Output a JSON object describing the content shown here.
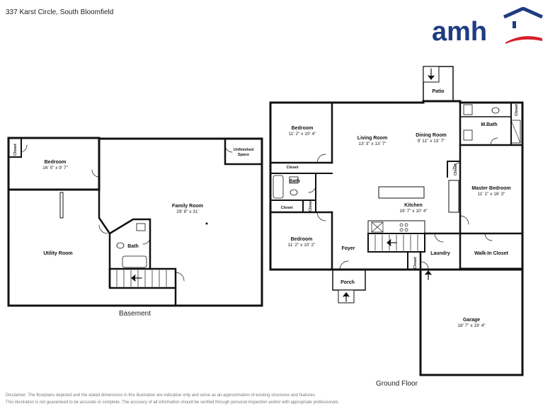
{
  "header": {
    "address": "337 Karst Circle, South Bloomfield",
    "logo_text": "amh",
    "brand_color": "#1f3b82",
    "accent_color": "#d6202a"
  },
  "basement": {
    "label": "Basement",
    "rooms": {
      "closet": "Closet",
      "bedroom": {
        "name": "Bedroom",
        "dim": "16' 5\" x 9' 7\""
      },
      "unfinished_1": "Unfinished",
      "unfinished_2": "Space",
      "family_room": {
        "name": "Family Room",
        "dim": "29' 8\" x 31'"
      },
      "utility_room": "Utility Room",
      "bath": "Bath"
    }
  },
  "ground": {
    "label": "Ground Floor",
    "rooms": {
      "patio": "Patio",
      "bedroom_top": {
        "name": "Bedroom",
        "dim": "11' 2\" x 10' 4\""
      },
      "living_room": {
        "name": "Living Room",
        "dim": "13' 3\" x 13' 7\""
      },
      "dining_room": {
        "name": "Dining Room",
        "dim": "9' 11\" x 13' 7\""
      },
      "mbath": "M.Bath",
      "closet_mbath": "Closet",
      "closet_1": "Closet",
      "closet_2": "Closet",
      "closet_small": "Closet",
      "closet_side": "Closet",
      "closet_laundry": "Closet",
      "bath": "Bath",
      "kitchen": {
        "name": "Kitchen",
        "dim": "16' 7\" x 10' 4\""
      },
      "master_bedroom": {
        "name": "Master Bedroom",
        "dim": "11' 1\" x 16' 3\""
      },
      "bedroom_bottom": {
        "name": "Bedroom",
        "dim": "11' 2\" x 10' 2\""
      },
      "foyer": "Foyer",
      "laundry": "Laundry",
      "walkin_closet": "Walk-In Closet",
      "porch": "Porch",
      "garage": {
        "name": "Garage",
        "dim": "18' 7\" x 19' 4\""
      }
    }
  },
  "disclaimer": {
    "line1": "Disclaimer: The floorplans depicted and the stated dimensions in this illustration are indicative only and serve as an approximation of existing structures and features.",
    "line2": "This illustration is not guaranteed to be accurate or complete. The accuracy of all information should be verified through personal inspection and/or with appropriate professionals."
  }
}
